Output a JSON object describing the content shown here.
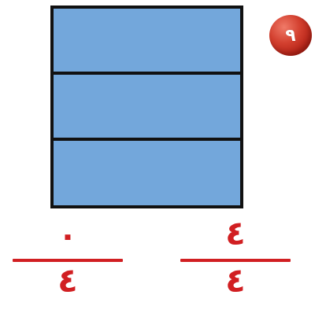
{
  "diagram": {
    "shape": "rectangle",
    "parts_total": 3,
    "shaded_parts": 3,
    "fill_color": "#73a7db",
    "outline_color": "#111111"
  },
  "badge": {
    "label": "٩",
    "color": "#c8281c"
  },
  "fractions": [
    {
      "numerator": "٠",
      "denominator": "٤",
      "color": "#d11f22"
    },
    {
      "numerator": "٤",
      "denominator": "٤",
      "color": "#d11f22"
    }
  ]
}
